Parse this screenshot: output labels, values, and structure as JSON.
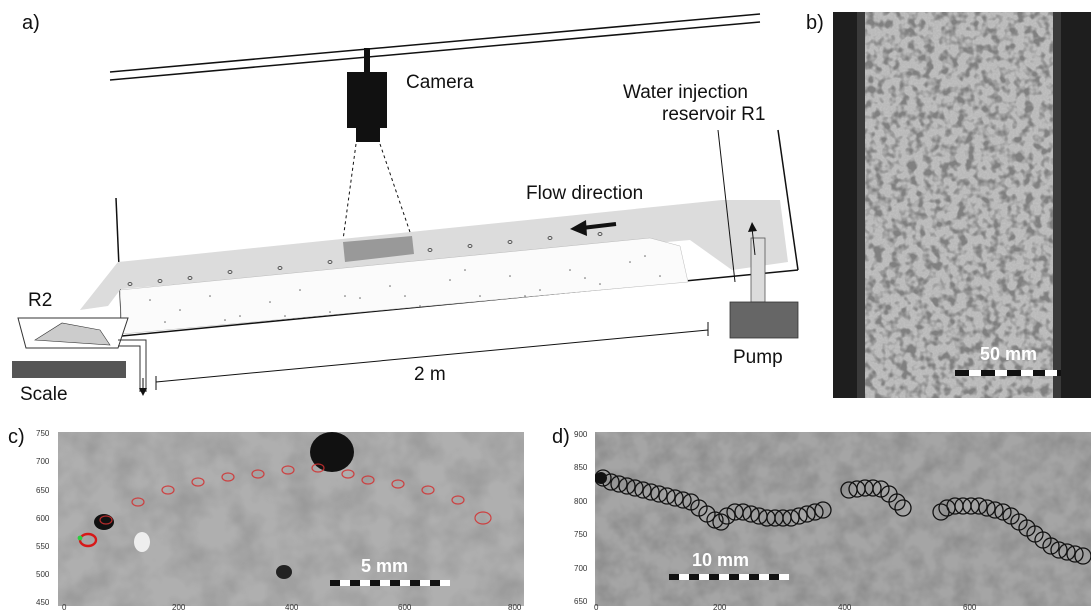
{
  "panel_a": {
    "letter": "a)",
    "camera_label": "Camera",
    "reservoir_label_line1": "Water injection",
    "reservoir_label_line2": "reservoir R1",
    "flow_label": "Flow direction",
    "r2_label": "R2",
    "scale_label": "Scale",
    "pump_label": "Pump",
    "length_label": "2 m"
  },
  "panel_b": {
    "letter": "b)",
    "scalebar_label": "50 mm"
  },
  "panel_c": {
    "letter": "c)",
    "scalebar_label": "5 mm",
    "y_ticks": [
      "750",
      "700",
      "650",
      "600",
      "550",
      "500",
      "450"
    ],
    "x_ticks": [
      "0",
      "200",
      "400",
      "600",
      "800"
    ]
  },
  "panel_d": {
    "letter": "d)",
    "scalebar_label": "10 mm",
    "y_ticks": [
      "900",
      "850",
      "800",
      "750",
      "700",
      "650"
    ],
    "x_ticks": [
      "0",
      "200",
      "400",
      "600"
    ]
  }
}
